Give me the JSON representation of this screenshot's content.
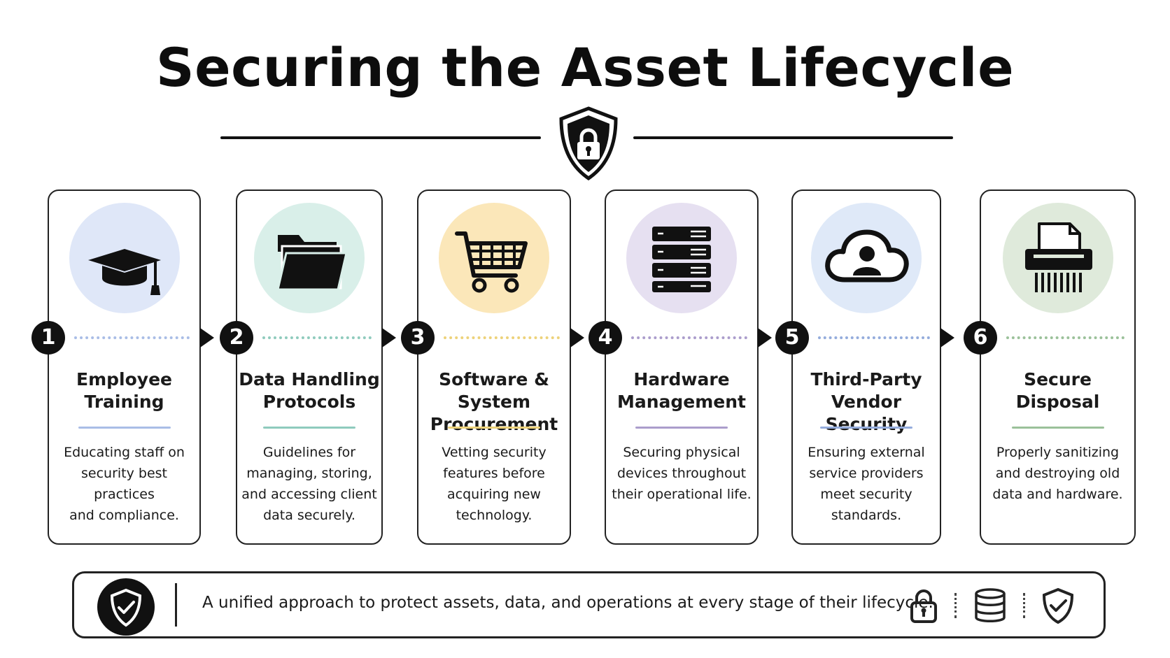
{
  "title": "Securing the Asset Lifecycle",
  "header_icon": "shield-lock-icon",
  "stages": [
    {
      "number": "1",
      "title": "Employee Training",
      "description": "Educating staff on security best practices and compliance.",
      "icon": "graduation-cap-icon",
      "circle_color": "#dfe7f8",
      "accent_color": "#a9bde6"
    },
    {
      "number": "2",
      "title": "Data Handling Protocols",
      "description": "Guidelines for managing, storing, and accessing client data securely.",
      "icon": "folder-icon",
      "circle_color": "#d9efe9",
      "accent_color": "#8fcbbd"
    },
    {
      "number": "3",
      "title": "Software & System Procurement",
      "description": "Vetting security features before acquiring new technology.",
      "icon": "shopping-cart-icon",
      "circle_color": "#fbe7b9",
      "accent_color": "#edd27a"
    },
    {
      "number": "4",
      "title": "Hardware Management",
      "description": "Securing physical devices throughout their operational life.",
      "icon": "server-icon",
      "circle_color": "#e6e0f1",
      "accent_color": "#ab9dcc"
    },
    {
      "number": "5",
      "title": "Third-Party Vendor Security",
      "description": "Ensuring external service providers meet security standards.",
      "icon": "cloud-user-icon",
      "circle_color": "#dfe9f8",
      "accent_color": "#94acdc"
    },
    {
      "number": "6",
      "title": "Secure Disposal",
      "description": "Properly sanitizing and destroying old data and hardware.",
      "icon": "shredder-icon",
      "circle_color": "#dfeadb",
      "accent_color": "#9bc19a"
    }
  ],
  "banner": {
    "text": "A unified approach to protect assets, data, and operations at every stage of their lifecycle.",
    "icons": [
      "shield-check-icon",
      "lock-icon",
      "database-icon",
      "shield-check-icon"
    ]
  }
}
